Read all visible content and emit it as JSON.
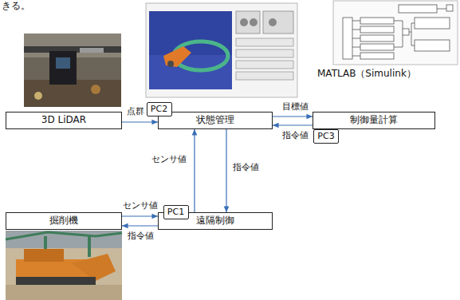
{
  "diagram": {
    "nodes": [
      {
        "text": [
          "3D LiDAR"
        ]
      },
      {
        "text": [
          "PC2"
        ]
      },
      {
        "text": [
          "状態管理"
        ]
      },
      {
        "text": [
          "制御量計算"
        ]
      },
      {
        "text": [
          "PC3"
        ]
      },
      {
        "text": [
          "PC1"
        ]
      },
      {
        "text": [
          "掘削機"
        ]
      },
      {
        "text": [
          "遠隔制御"
        ]
      }
    ],
    "edges": [
      {
        "from": 0,
        "to": 2,
        "label": "点群",
        "arrow": "to"
      },
      {
        "from": 2,
        "to": 3,
        "label": "目標値",
        "arrow": "to"
      },
      {
        "from": 3,
        "to": 2,
        "label": "指令値",
        "arrow": "to"
      },
      {
        "from": 7,
        "to": 2,
        "label": "センサ値",
        "arrow": "to"
      },
      {
        "from": 2,
        "to": 7,
        "label": "指令値",
        "arrow": "to"
      },
      {
        "from": 6,
        "to": 7,
        "label": "センサ値",
        "arrow": "to"
      },
      {
        "from": 7,
        "to": 6,
        "label": "指令値",
        "arrow": "to"
      }
    ],
    "labels": [
      "きる。",
      "MATLAB（Simulink）"
    ]
  }
}
